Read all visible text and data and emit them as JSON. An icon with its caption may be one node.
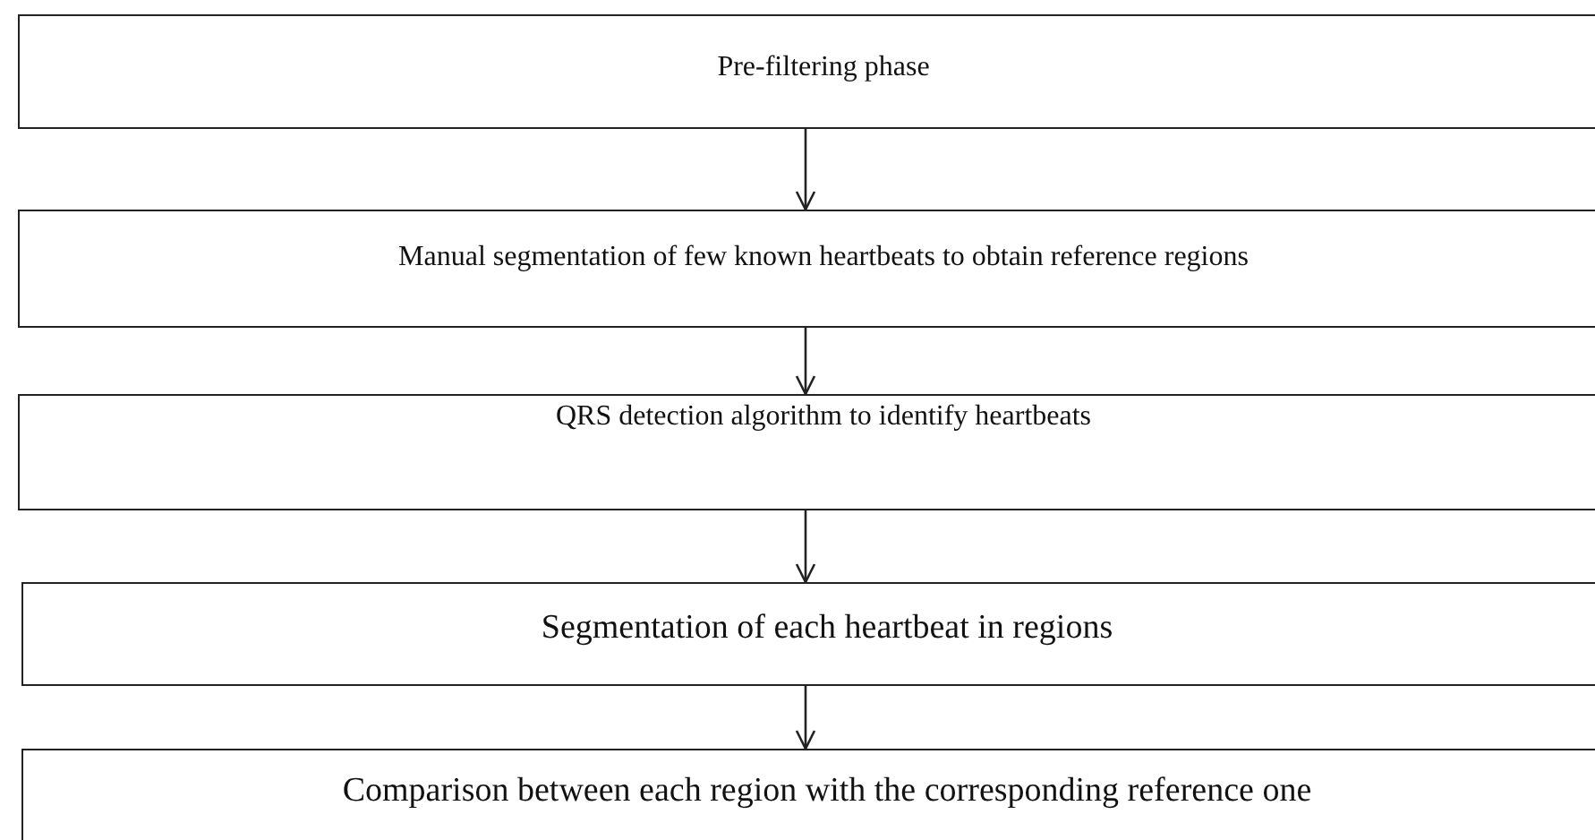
{
  "diagram": {
    "nodes": [
      {
        "text": [
          "Pre-filtering phase"
        ]
      },
      {
        "text": [
          "Manual segmentation of few known heartbeats to obtain reference regions"
        ]
      },
      {
        "text": [
          "QRS detection algorithm to identify heartbeats"
        ]
      },
      {
        "text": [
          "Segmentation of each heartbeat in regions"
        ]
      },
      {
        "text": [
          "Comparison between each region with the corresponding reference one"
        ]
      }
    ],
    "edges": [
      {
        "from": 0,
        "to": 1,
        "arrow": "to"
      },
      {
        "from": 1,
        "to": 2,
        "arrow": "to"
      },
      {
        "from": 2,
        "to": 3,
        "arrow": "to"
      },
      {
        "from": 3,
        "to": 4,
        "arrow": "to"
      }
    ]
  }
}
